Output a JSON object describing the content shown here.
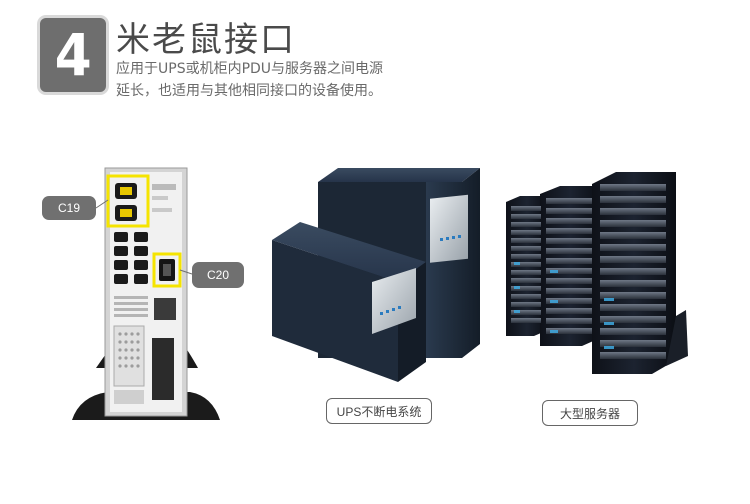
{
  "header": {
    "number": "4",
    "title": "米老鼠接口",
    "desc_line1": "应用于UPS或机柜内PDU与服务器之间电源",
    "desc_line2": "延长，也适用与其他相同接口的设备使用。"
  },
  "callouts": {
    "c19": "C19",
    "c20": "C20"
  },
  "captions": {
    "ups": "UPS不断电系统",
    "server": "大型服务器"
  },
  "colors": {
    "highlight": "#f5e400",
    "badge": "#6e6e6e",
    "device_dark": "#1e2a38",
    "server_led": "#3fa9e0"
  }
}
